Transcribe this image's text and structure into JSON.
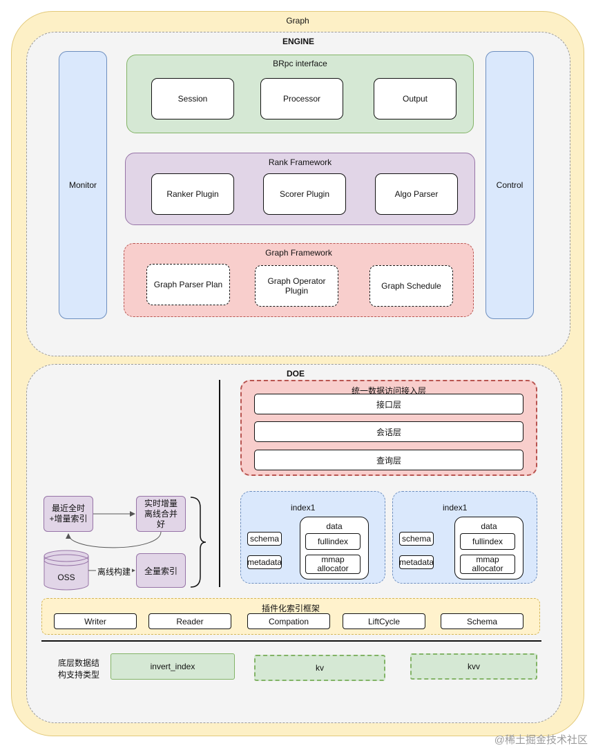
{
  "graph": {
    "title": "Graph"
  },
  "engine": {
    "title": "ENGINE",
    "monitor": "Monitor",
    "control": "Control",
    "brpc": {
      "title": "BRpc interface",
      "items": [
        "Session",
        "Processor",
        "Output"
      ]
    },
    "rank": {
      "title": "Rank Framework",
      "items": [
        "Ranker Plugin",
        "Scorer Plugin",
        "Algo Parser"
      ]
    },
    "graph_framework": {
      "title": "Graph Framework",
      "items": [
        "Graph Parser Plan",
        "Graph Operator Plugin",
        "Graph Schedule"
      ]
    }
  },
  "doe": {
    "title": "DOE",
    "unified": {
      "title": "统一数据访问接入层",
      "layers": [
        "接口层",
        "会话层",
        "查询层"
      ]
    },
    "indexes": [
      {
        "name": "index1",
        "schema": "schema",
        "metadata": "metadata",
        "data_title": "data",
        "fullindex": "fullindex",
        "mmap": "mmap allocator"
      },
      {
        "name": "index1",
        "schema": "schema",
        "metadata": "metadata",
        "data_title": "data",
        "fullindex": "fullindex",
        "mmap": "mmap allocator"
      }
    ],
    "flow": {
      "recent": "最近全时+增量索引",
      "realtime": "实时增量离线合并好",
      "oss": "OSS",
      "offline_build": "离线构建",
      "full": "全量索引"
    },
    "plugin": {
      "title": "插件化索引框架",
      "items": [
        "Writer",
        "Reader",
        "Compation",
        "LiftCycle",
        "Schema"
      ]
    },
    "datastruct": {
      "label": "底层数据结构支持类型",
      "items": [
        "invert_index",
        "kv",
        "kvv"
      ]
    }
  },
  "watermark": "@稀土掘金技术社区"
}
